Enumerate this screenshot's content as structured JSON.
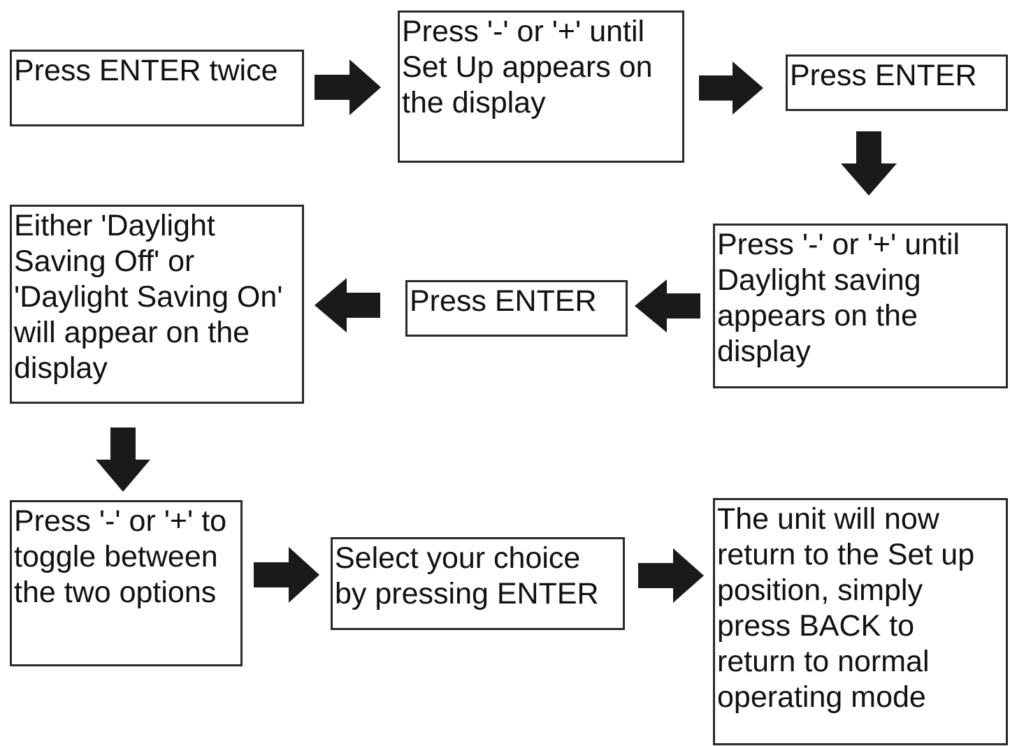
{
  "steps": [
    {
      "id": "s1",
      "text": "Press ENTER twice"
    },
    {
      "id": "s2",
      "text": "Press '-' or '+' until\nSet Up appears on\nthe display"
    },
    {
      "id": "s3",
      "text": "Press ENTER"
    },
    {
      "id": "s4",
      "text": "Press '-' or '+' until\nDaylight saving\nappears on the\ndisplay"
    },
    {
      "id": "s5",
      "text": "Press ENTER"
    },
    {
      "id": "s6",
      "text": "Either 'Daylight\nSaving Off' or\n'Daylight Saving On'\nwill appear on the\ndisplay"
    },
    {
      "id": "s7",
      "text": "Press '-' or '+' to\ntoggle between\nthe two options"
    },
    {
      "id": "s8",
      "text": "Select your choice\nby pressing ENTER"
    },
    {
      "id": "s9",
      "text": "The unit will now\nreturn to the Set up\nposition, simply\npress BACK to\nreturn to normal\noperating mode"
    }
  ],
  "arrows": [
    {
      "from": "s1",
      "to": "s2",
      "direction": "right"
    },
    {
      "from": "s2",
      "to": "s3",
      "direction": "right"
    },
    {
      "from": "s3",
      "to": "s4",
      "direction": "down"
    },
    {
      "from": "s4",
      "to": "s5",
      "direction": "left"
    },
    {
      "from": "s5",
      "to": "s6",
      "direction": "left"
    },
    {
      "from": "s6",
      "to": "s7",
      "direction": "down"
    },
    {
      "from": "s7",
      "to": "s8",
      "direction": "right"
    },
    {
      "from": "s8",
      "to": "s9",
      "direction": "right"
    }
  ],
  "colors": {
    "border": "#2a2a2a",
    "arrow": "#1a1a1a",
    "text": "#111111",
    "background": "#ffffff"
  }
}
